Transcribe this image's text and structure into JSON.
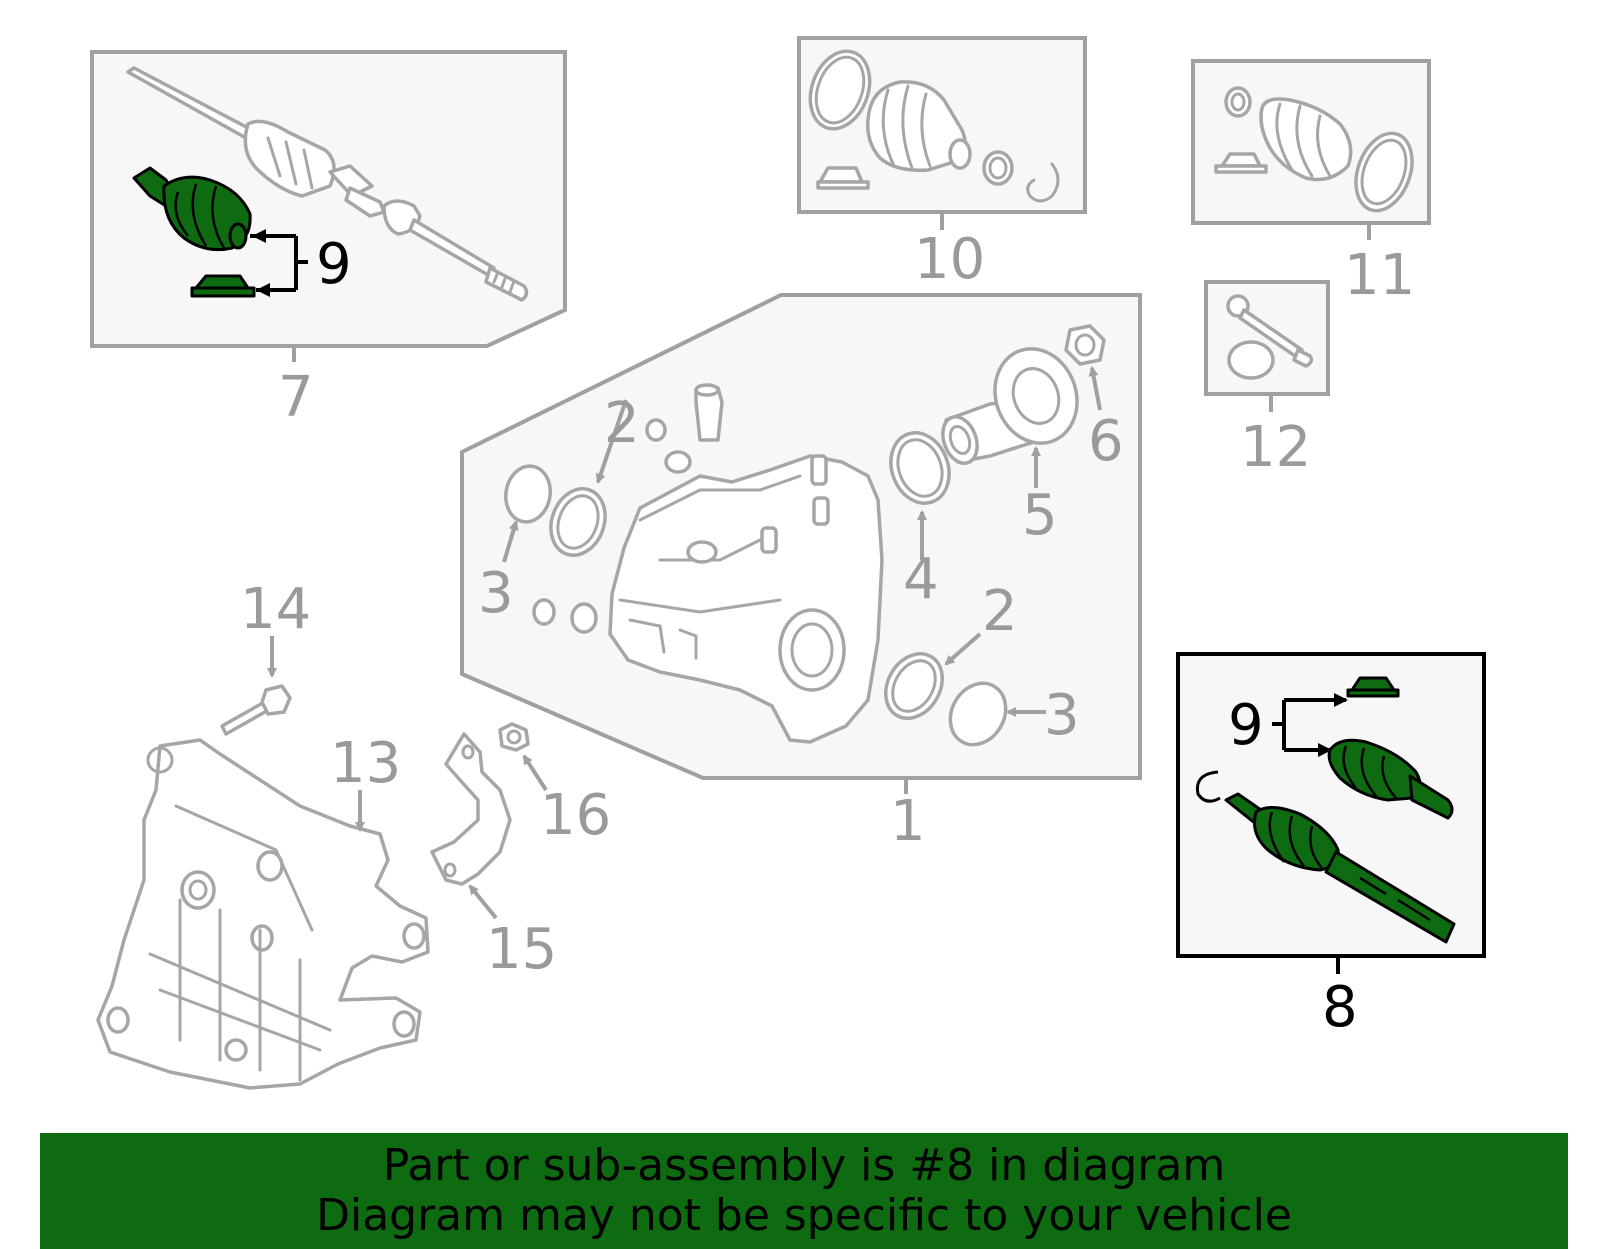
{
  "callouts": {
    "c1": "1",
    "c2a": "2",
    "c2b": "2",
    "c3a": "3",
    "c3b": "3",
    "c4": "4",
    "c5": "5",
    "c6": "6",
    "c7": "7",
    "c8": "8",
    "c9a": "9",
    "c9b": "9",
    "c10": "10",
    "c11": "11",
    "c12": "12",
    "c13": "13",
    "c14": "14",
    "c15": "15",
    "c16": "16"
  },
  "banner": {
    "line1": "Part or sub-assembly is #8 in diagram",
    "line2": "Diagram may not be specific to your vehicle"
  },
  "colors": {
    "highlight": "#0f6b12",
    "part_outline": "#a6a6a6",
    "highlight_frame": "#000000"
  }
}
